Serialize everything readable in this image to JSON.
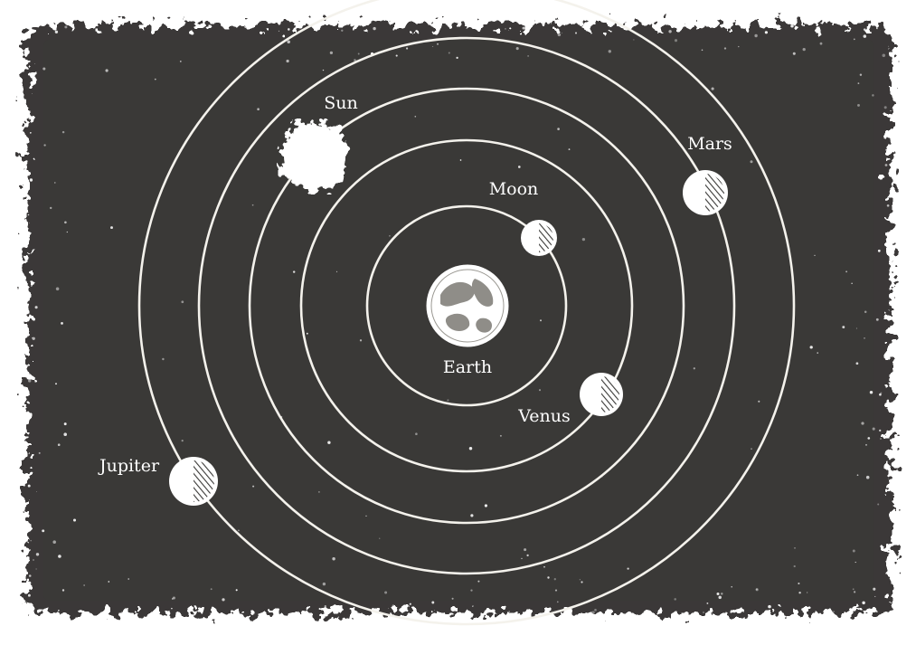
{
  "colors": {
    "background": "#3a3937",
    "ink": "#f4f2ec",
    "paper": "#ffffff"
  },
  "bodies": {
    "earth": {
      "label": "Earth"
    },
    "moon": {
      "label": "Moon"
    },
    "venus": {
      "label": "Venus"
    },
    "sun": {
      "label": "Sun"
    },
    "mars": {
      "label": "Mars"
    },
    "jupiter": {
      "label": "Jupiter"
    }
  }
}
